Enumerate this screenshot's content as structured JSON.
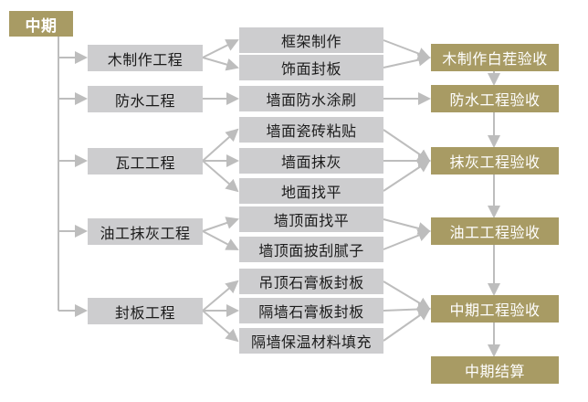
{
  "root": "中期",
  "phases": [
    "木制作工程",
    "防水工程",
    "瓦工工程",
    "油工抹灰工程",
    "封板工程"
  ],
  "tasks": [
    "框架制作",
    "饰面封板",
    "墙面防水涂刷",
    "墙面瓷砖粘贴",
    "墙面抹灰",
    "地面找平",
    "墙顶面找平",
    "墙顶面披刮腻子",
    "吊顶石膏板封板",
    "隔墙石膏板封板",
    "隔墙保温材料填充"
  ],
  "acceptance": [
    "木制作白茬验收",
    "防水工程验收",
    "抹灰工程验收",
    "油工工程验收",
    "中期工程验收",
    "中期结算"
  ],
  "colors": {
    "gold": "#a89b64",
    "gray": "#cdcdcf",
    "line": "#bdbdbd"
  }
}
